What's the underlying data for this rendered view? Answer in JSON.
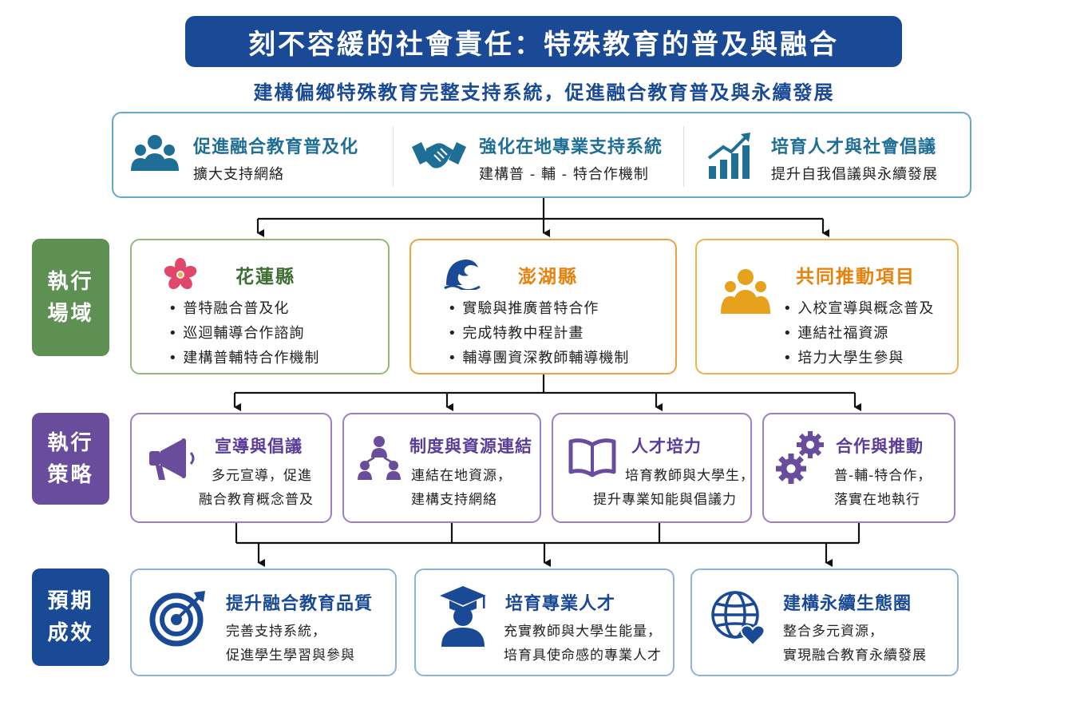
{
  "title": "刻不容緩的社會責任：特殊教育的普及與融合",
  "subtitle": "建構偏鄉特殊教育完整支持系統，促進融合教育普及與永續發展",
  "colors": {
    "navy": "#1a4a96",
    "green": "#5e8f53",
    "purple": "#6a4c9c",
    "orange": "#e8820c",
    "red": "#d8334a",
    "teal": "#1e6e96"
  },
  "goals": [
    {
      "icon": "people-group-icon",
      "title": "促進融合教育普及化",
      "subtitle": "擴大支持網絡"
    },
    {
      "icon": "handshake-icon",
      "title": "強化在地專業支持系統",
      "subtitle": "建構普 - 輔 - 特合作機制"
    },
    {
      "icon": "growth-chart-icon",
      "title": "培育人才與社會倡議",
      "subtitle": "提升自我倡議與永續發展"
    }
  ],
  "row_labels": {
    "sites": [
      "執行",
      "場域"
    ],
    "strategies": [
      "執行",
      "策略"
    ],
    "outcomes": [
      "預期",
      "成效"
    ]
  },
  "sites": [
    {
      "icon": "flower-icon",
      "title": "花蓮縣",
      "items": [
        "普特融合普及化",
        "巡迴輔導合作諮詢",
        "建構普輔特合作機制"
      ]
    },
    {
      "icon": "wave-icon",
      "title": "澎湖縣",
      "items": [
        "實驗與推廣普特合作",
        "完成特教中程計畫",
        "輔導團資深教師輔導機制"
      ]
    },
    {
      "icon": "people-group-icon",
      "title": "共同推動項目",
      "items": [
        "入校宣導與概念普及",
        "連結社福資源",
        "培力大學生參與"
      ]
    }
  ],
  "strategies": [
    {
      "icon": "megaphone-icon",
      "title": "宣導與倡議",
      "lines": [
        "多元宣導，促進",
        "融合教育概念普及"
      ]
    },
    {
      "icon": "network-icon",
      "title": "制度與資源連結",
      "lines": [
        "連結在地資源，",
        "建構支持網絡"
      ]
    },
    {
      "icon": "book-icon",
      "title": "人才培力",
      "lines": [
        "培育教師與大學生，",
        "提升專業知能與倡議力"
      ]
    },
    {
      "icon": "gears-icon",
      "title": "合作與推動",
      "lines": [
        "普-輔-特合作，",
        "落實在地執行"
      ]
    }
  ],
  "outcomes": [
    {
      "icon": "target-icon",
      "title": "提升融合教育品質",
      "lines": [
        "完善支持系統，",
        "促進學生學習與參與"
      ]
    },
    {
      "icon": "graduate-icon",
      "title": "培育專業人才",
      "lines": [
        "充實教師與大學生能量，",
        "培育具使命感的專業人才"
      ]
    },
    {
      "icon": "globe-heart-icon",
      "title": "建構永續生態圈",
      "lines": [
        "整合多元資源，",
        "實現融合教育永續發展"
      ]
    }
  ]
}
